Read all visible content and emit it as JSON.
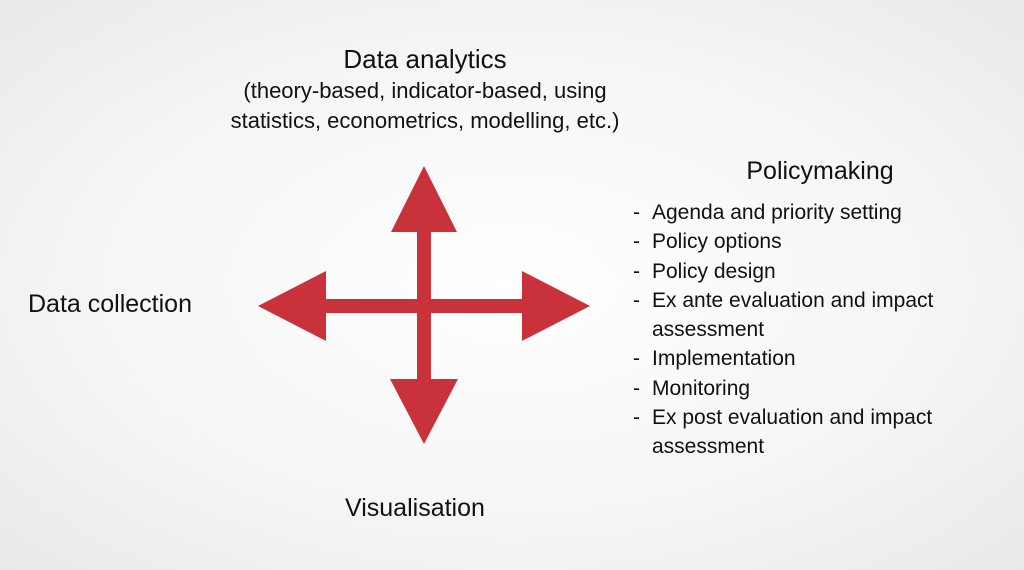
{
  "slide": {
    "top": {
      "title": "Data analytics",
      "subtitle_line1": "(theory-based, indicator-based, using",
      "subtitle_line2": "statistics, econometrics, modelling, etc.)"
    },
    "left": {
      "label": "Data collection"
    },
    "bottom": {
      "label": "Visualisation"
    },
    "right": {
      "title": "Policymaking",
      "items": [
        "Agenda and priority setting",
        "Policy options",
        "Policy design",
        "Ex ante evaluation and impact",
        "assessment",
        "Implementation",
        "Monitoring",
        "Ex post evaluation and impact",
        "assessment"
      ],
      "dash": "-"
    },
    "colors": {
      "arrow": "#c9313b",
      "text": "#111111"
    }
  }
}
